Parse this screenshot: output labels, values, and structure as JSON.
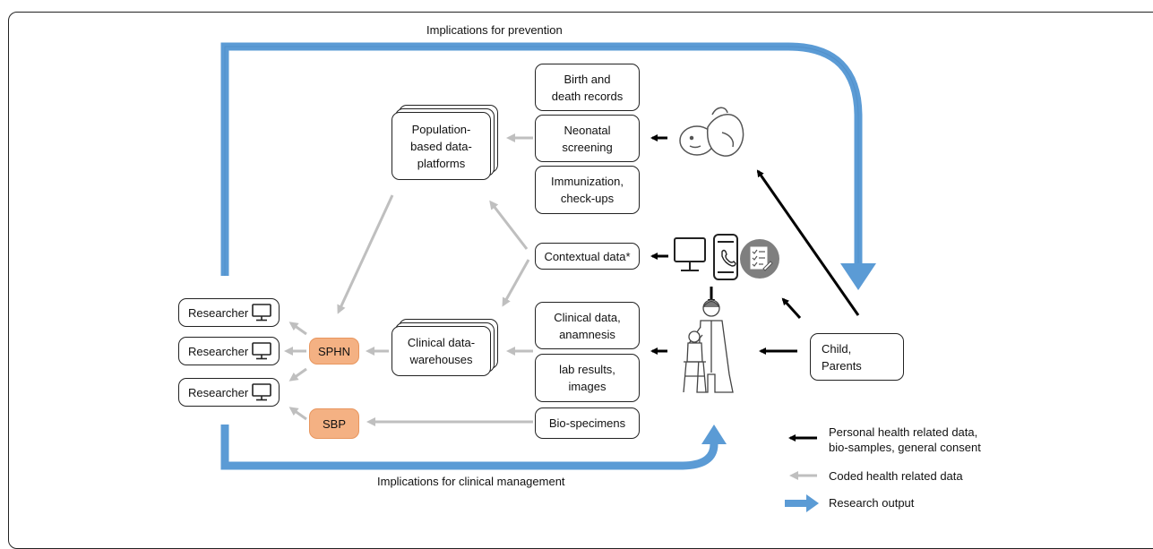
{
  "boxes": {
    "birth_death": "Birth and\ndeath records",
    "neonatal": "Neonatal\nscreening",
    "immunization": "Immunization,\ncheck-ups",
    "population": "Population-\nbased data-\nplatforms",
    "contextual": "Contextual data*",
    "clinical_data": "Clinical data,\nanamnesis",
    "lab_results": "lab results,\nimages",
    "biospecimens": "Bio-specimens",
    "warehouses": "Clinical data-\nwarehouses",
    "sphn": "SPHN",
    "sbp": "SBP",
    "child_parents": "Child,\nParents"
  },
  "researchers": [
    "Researcher",
    "Researcher",
    "Researcher"
  ],
  "captions": {
    "prevention": "Implications for prevention",
    "clinical_management": "Implications for clinical management"
  },
  "legend": {
    "personal": "Personal health related data,\nbio-samples, general consent",
    "coded": "Coded health related data",
    "research": "Research output"
  },
  "colors": {
    "personal_arrow": "#000000",
    "coded_arrow": "#bfbfbf",
    "research_arrow": "#5b9bd5",
    "sphn_sbp_fill": "#f4b183"
  },
  "icons": [
    "newborn-icon",
    "computer-monitor-icon",
    "smartphone-icon",
    "checklist-document-icon",
    "doctor-examining-child-icon",
    "parent-child-icon",
    "researcher-monitor-icon"
  ]
}
